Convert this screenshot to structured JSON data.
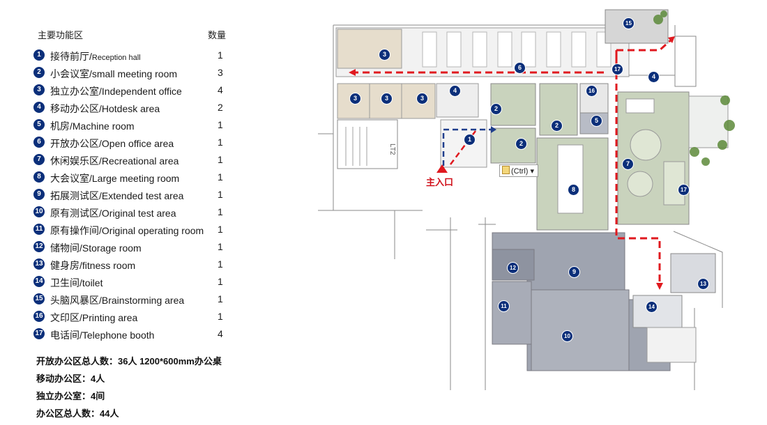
{
  "legend": {
    "header_area": "主要功能区",
    "header_count": "数量",
    "items": [
      {
        "num": "1",
        "zh": "接待前厅/",
        "en": "Reception hall",
        "count": "1"
      },
      {
        "num": "2",
        "zh": "小会议室/",
        "en": "small meeting room",
        "count": "3"
      },
      {
        "num": "3",
        "zh": "独立办公室/",
        "en": "Independent office",
        "count": "4"
      },
      {
        "num": "4",
        "zh": "移动办公区/",
        "en": "Hotdesk area",
        "count": "2"
      },
      {
        "num": "5",
        "zh": "机房/",
        "en": "Machine room",
        "count": "1"
      },
      {
        "num": "6",
        "zh": "开放办公区/",
        "en": "Open office area",
        "count": "1"
      },
      {
        "num": "7",
        "zh": "休闲娱乐区/",
        "en": "Recreational area",
        "count": "1"
      },
      {
        "num": "8",
        "zh": "大会议室/",
        "en": "Large meeting room",
        "count": "1"
      },
      {
        "num": "9",
        "zh": "拓展测试区/",
        "en": "Extended test area",
        "count": "1"
      },
      {
        "num": "10",
        "zh": "原有测试区/",
        "en": "Original test area",
        "count": "1"
      },
      {
        "num": "11",
        "zh": "原有操作间/",
        "en": "Original operating room",
        "count": "1"
      },
      {
        "num": "12",
        "zh": "储物间/",
        "en": "Storage room",
        "count": "1"
      },
      {
        "num": "13",
        "zh": "健身房/",
        "en": "fitness room",
        "count": "1"
      },
      {
        "num": "14",
        "zh": "卫生间/",
        "en": "toilet",
        "count": "1"
      },
      {
        "num": "15",
        "zh": "头脑风暴区/",
        "en": "Brainstorming area",
        "count": "1"
      },
      {
        "num": "16",
        "zh": "文印区/",
        "en": "Printing area",
        "count": "1"
      },
      {
        "num": "17",
        "zh": "电话间/",
        "en": "Telephone booth",
        "count": "4"
      }
    ]
  },
  "summary": [
    "开放办公区总人数：36人 1200*600mm办公桌",
    "移动办公区：4人",
    "独立办公室：4间",
    "办公区总人数：44人"
  ],
  "plan": {
    "entrance_label": "主入口",
    "stair_label": "LT2",
    "ctrl_popup": "(Ctrl)",
    "markers": [
      {
        "n": "1"
      },
      {
        "n": "2"
      },
      {
        "n": "2"
      },
      {
        "n": "2"
      },
      {
        "n": "3"
      },
      {
        "n": "3"
      },
      {
        "n": "3"
      },
      {
        "n": "3"
      },
      {
        "n": "4"
      },
      {
        "n": "4"
      },
      {
        "n": "5"
      },
      {
        "n": "6"
      },
      {
        "n": "7"
      },
      {
        "n": "8"
      },
      {
        "n": "9"
      },
      {
        "n": "10"
      },
      {
        "n": "11"
      },
      {
        "n": "12"
      },
      {
        "n": "13"
      },
      {
        "n": "14"
      },
      {
        "n": "15"
      },
      {
        "n": "16"
      },
      {
        "n": "17"
      },
      {
        "n": "17"
      }
    ]
  },
  "colors": {
    "marker": "#0b2f7a",
    "route_red": "#e0191f",
    "route_blue": "#1f3e8c",
    "meeting_green": "#c9d3bd",
    "office_beige": "#e6ddcc",
    "test_grey": "#9fa4b0"
  }
}
